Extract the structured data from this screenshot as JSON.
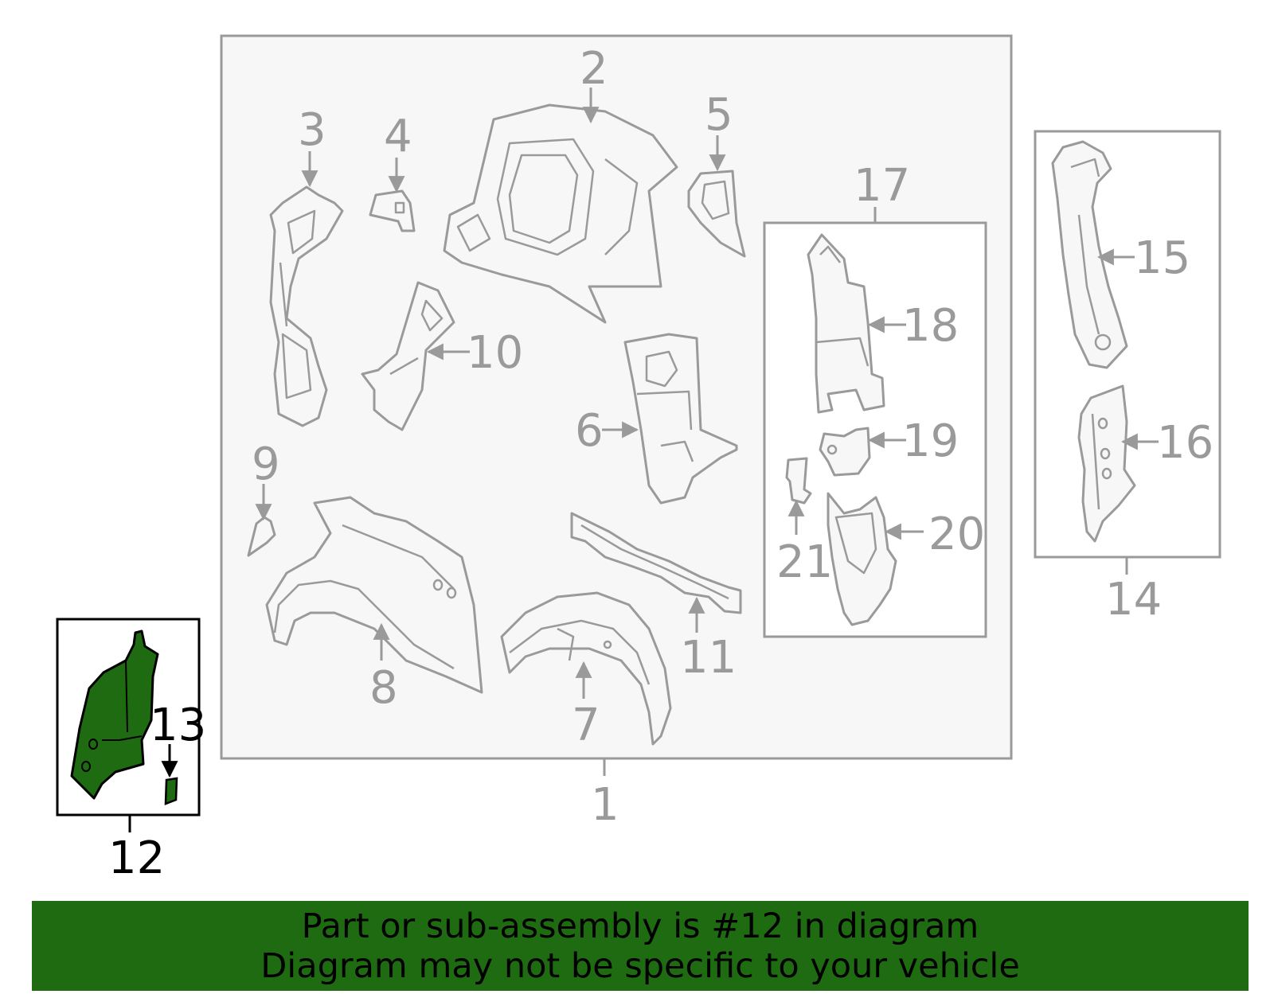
{
  "callouts": {
    "c1": "1",
    "c2": "2",
    "c3": "3",
    "c4": "4",
    "c5": "5",
    "c6": "6",
    "c7": "7",
    "c8": "8",
    "c9": "9",
    "c10": "10",
    "c11": "11",
    "c12": "12",
    "c13": "13",
    "c14": "14",
    "c15": "15",
    "c16": "16",
    "c17": "17",
    "c18": "18",
    "c19": "19",
    "c20": "20",
    "c21": "21"
  },
  "highlighted_part": "12",
  "colors": {
    "highlight_fill": "#1e6b12",
    "banner_bg": "#1e6b12",
    "line_gray": "#9a9a9a",
    "box_fill": "#f7f7f7"
  },
  "banner": {
    "line1": "Part or sub-assembly is #12 in diagram",
    "line2": "Diagram may not be specific to your vehicle"
  }
}
